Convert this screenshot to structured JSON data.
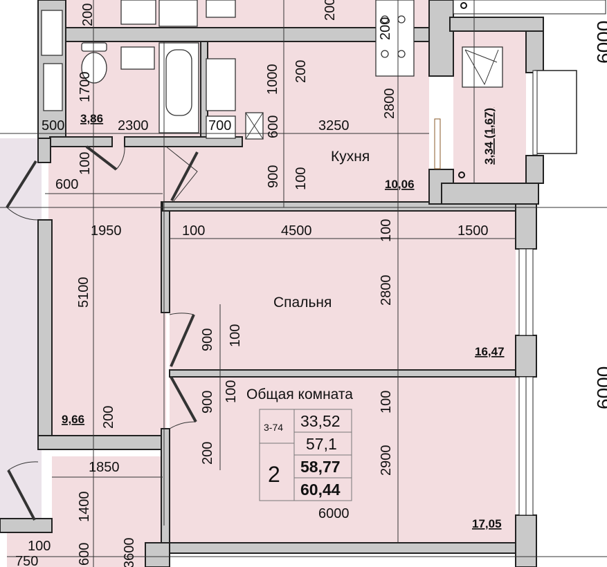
{
  "rooms": {
    "kitchen": "Кухня",
    "bedroom": "Спальня",
    "living": "Общая комната"
  },
  "areas": {
    "bathroom": "3,86",
    "kitchen": "10,06",
    "balcony": "3,34 (1,67)",
    "bedroom": "16,47",
    "hallway": "9,66",
    "living": "17,05"
  },
  "dimensions": [
    "200",
    "200",
    "200",
    "200",
    "1000",
    "1700",
    "500",
    "2300",
    "700",
    "600",
    "3250",
    "2800",
    "100",
    "600",
    "900",
    "100",
    "1950",
    "100",
    "4500",
    "100",
    "1500",
    "5100",
    "2800",
    "900",
    "100",
    "100",
    "900",
    "100",
    "200",
    "200",
    "2900",
    "1850",
    "6000",
    "1400",
    "100",
    "750",
    "600",
    "3600",
    "6000",
    "6000"
  ],
  "summary_table": {
    "code": "3-74",
    "rooms_count": "2",
    "living_area": "33,52",
    "area_1": "57,1",
    "area_2": "58,77",
    "area_total": "60,44"
  },
  "colors": {
    "room_fill": "#f3dde0",
    "wall": "#c9c9c9",
    "outside": "#ebe3ea"
  }
}
